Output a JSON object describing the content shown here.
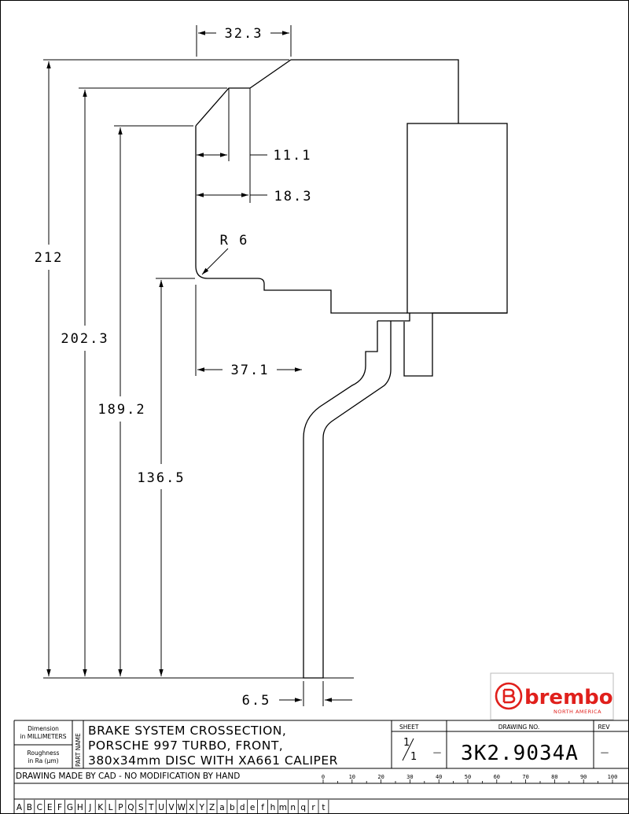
{
  "dimensions": {
    "top_width": "32.3",
    "offset_inner": "11.1",
    "offset_outer": "18.3",
    "radius": "R 6",
    "height_total": "212",
    "height_2": "202.3",
    "height_3": "189.2",
    "height_4": "136.5",
    "hat_offset": "37.1",
    "disc_thickness": "6.5"
  },
  "title_block": {
    "units_label_1": "Dimension",
    "units_label_2": "in MILLIMETERS",
    "roughness_label_1": "Roughness",
    "roughness_label_2": "in Ra (µm)",
    "part_name_label": "PART NAME",
    "title_line_1": "BRAKE SYSTEM CROSSECTION,",
    "title_line_2": "PORSCHE 997 TURBO, FRONT,",
    "title_line_3": "380x34mm DISC WITH XA661 CALIPER",
    "sheet_label": "SHEET",
    "sheet_num": "1",
    "sheet_den": "1",
    "sheet_dash": "—",
    "drawing_no_label": "DRAWING NO.",
    "drawing_no": "3K2.9034A",
    "rev_label": "REV",
    "rev_value": "—",
    "cad_note": "DRAWING MADE BY CAD - NO MODIFICATION BY HAND",
    "ruler": [
      "0",
      "10",
      "20",
      "30",
      "40",
      "50",
      "60",
      "70",
      "80",
      "90",
      "100"
    ],
    "letters": [
      "A",
      "B",
      "C",
      "E",
      "F",
      "G",
      "H",
      "J",
      "K",
      "L",
      "P",
      "Q",
      "S",
      "T",
      "U",
      "V",
      "W",
      "X",
      "Y",
      "Z",
      "a",
      "b",
      "d",
      "e",
      "f",
      "h",
      "m",
      "n",
      "q",
      "r",
      "t"
    ]
  },
  "logo": {
    "brand": "brembo",
    "sub": "NORTH AMERICA",
    "color": "#e0201c"
  }
}
